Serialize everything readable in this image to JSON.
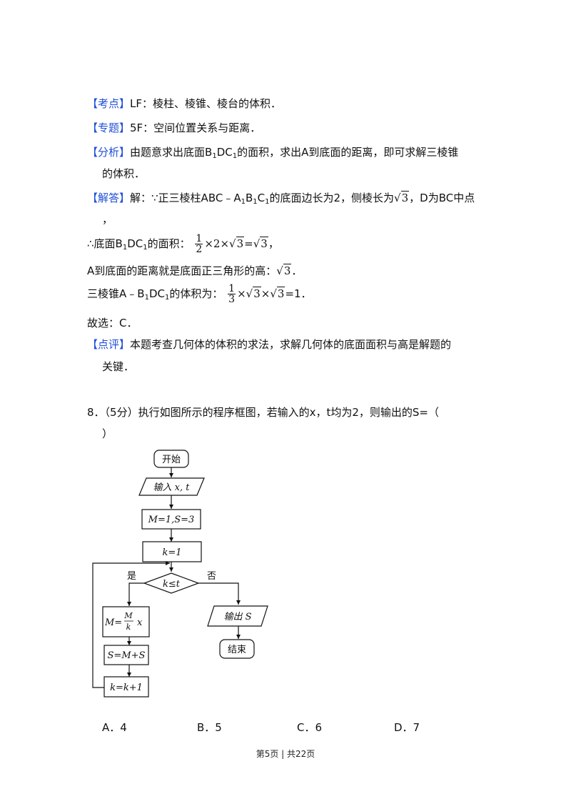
{
  "answer": {
    "kaodian": {
      "tag": "【考点】",
      "text": "LF：棱柱、棱锥、棱台的体积．"
    },
    "zhuanti": {
      "tag": "【专题】",
      "text": "5F：空间位置关系与距离．"
    },
    "fenxi": {
      "tag": "【分析】",
      "text_a": "由题意求出底面B",
      "sub1": "1",
      "text_b": "DC",
      "sub2": "1",
      "text_c": "的面积，求出A到底面的距离，即可求解三棱锥",
      "line2": "的体积．"
    },
    "jieda": {
      "tag": "【解答】",
      "text_a": "解：∵正三棱柱ABC﹣A",
      "sub1": "1",
      "text_b": "B",
      "sub2": "1",
      "text_c": "C",
      "sub3": "1",
      "text_d": "的底面边长为2，侧棱长为",
      "sqrt": "3",
      "text_e": "，D为BC中点",
      "line2": "，"
    },
    "step1": {
      "text_a": "∴底面B",
      "sub1": "1",
      "text_b": "DC",
      "sub2": "1",
      "text_c": "的面积：",
      "frac_num": "1",
      "frac_den": "2",
      "times": "×2×",
      "sqrt_a": "3",
      "eq": "=",
      "sqrt_b": "3",
      "end": "，"
    },
    "step2": {
      "text": "A到底面的距离就是底面正三角形的高：",
      "sqrt": "3",
      "end": "．"
    },
    "step3": {
      "text_a": "三棱锥A﹣B",
      "sub1": "1",
      "text_b": "DC",
      "sub2": "1",
      "text_c": "的体积为：",
      "frac_num": "1",
      "frac_den": "3",
      "times1": "×",
      "sqrt_a": "3",
      "times2": "×",
      "sqrt_b": "3",
      "end": "=1．"
    },
    "guxuan": "故选：C．",
    "dianping": {
      "tag": "【点评】",
      "text": "本题考查几何体的体积的求法，求解几何体的底面面积与高是解题的",
      "line2": "关键．"
    }
  },
  "question": {
    "line1": "8．（5分）执行如图所示的程序框图，若输入的x，t均为2，则输出的S=（",
    "line2": "）"
  },
  "flowchart": {
    "start": "开始",
    "input": "输入 x, t",
    "init1": "M=1,S=3",
    "init2": "k=1",
    "cond": "k≤t",
    "yes": "是",
    "no": "否",
    "assign_m_left": "M=",
    "assign_m_num": "M",
    "assign_m_den": "k",
    "assign_m_right": "x",
    "assign_s": "S=M+S",
    "increment": "k=k+1",
    "output": "输出 S",
    "end": "结束"
  },
  "choices": [
    "A．4",
    "B．5",
    "C．6",
    "D．7"
  ],
  "footer": "第5页 | 共22页"
}
